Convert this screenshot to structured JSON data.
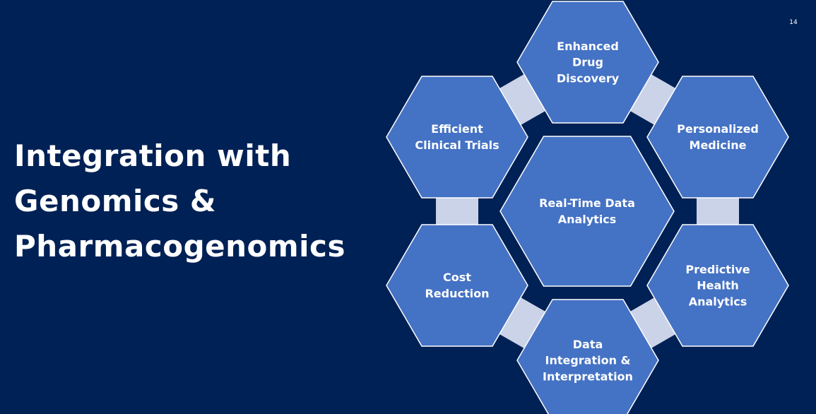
{
  "slide": {
    "number": "14",
    "title_lines": [
      "Integration with",
      "Genomics &",
      "Pharmacogenomics"
    ]
  },
  "diagram": {
    "center": {
      "lines": [
        "Real-Time Data",
        "Analytics"
      ]
    },
    "nodes": [
      {
        "id": "enhanced-drug-discovery",
        "lines": [
          "Enhanced",
          "Drug",
          "Discovery"
        ]
      },
      {
        "id": "personalized-medicine",
        "lines": [
          "Personalized",
          "Medicine"
        ]
      },
      {
        "id": "predictive-health-analytics",
        "lines": [
          "Predictive",
          "Health",
          "Analytics"
        ]
      },
      {
        "id": "data-integration-interpretation",
        "lines": [
          "Data",
          "Integration &",
          "Interpretation"
        ]
      },
      {
        "id": "cost-reduction",
        "lines": [
          "Cost",
          "Reduction"
        ]
      },
      {
        "id": "efficient-clinical-trials",
        "lines": [
          "Efficient",
          "Clinical Trials"
        ]
      }
    ],
    "colors": {
      "background": "#002155",
      "hexagon_fill": "#4472C4",
      "hexagon_stroke": "#FFFFFF",
      "connector": "#CBD3E8"
    }
  }
}
